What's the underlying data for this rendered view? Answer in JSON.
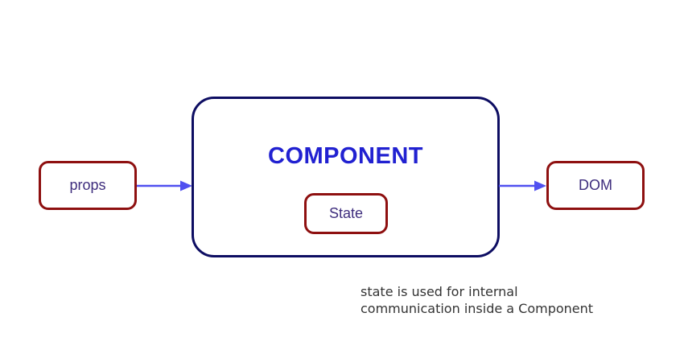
{
  "diagram": {
    "props_label": "props",
    "component_label": "COMPONENT",
    "state_label": "State",
    "dom_label": "DOM",
    "caption_line1": "state is used for internal",
    "caption_line2": "communication inside a Component"
  },
  "colors": {
    "box_border_red": "#8e1010",
    "component_border_navy": "#0d0d62",
    "component_text_blue": "#2121d1",
    "label_text_purple": "#3e2d7d",
    "arrow_blue": "#5050f0",
    "caption_gray": "#333333"
  }
}
